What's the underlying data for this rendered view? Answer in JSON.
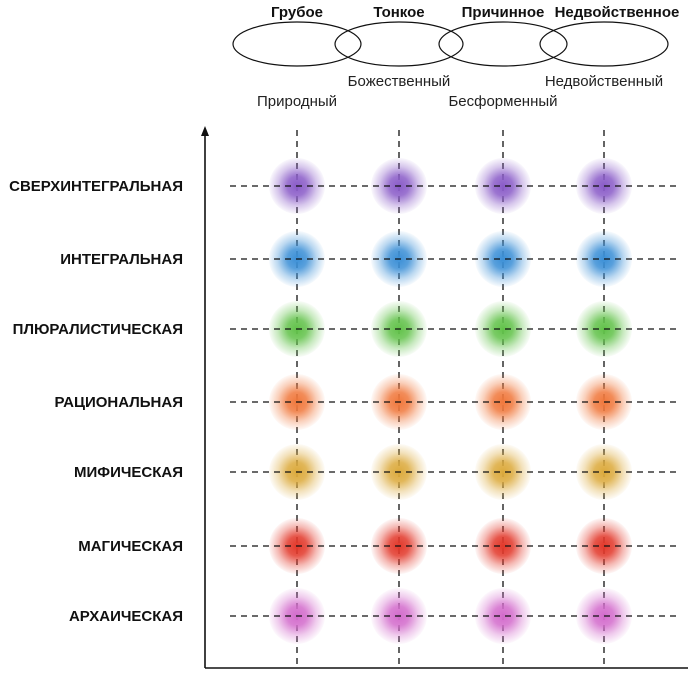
{
  "states": [
    "Грубое",
    "Тонкое",
    "Причинное",
    "Недвойственное"
  ],
  "realms_upper": [
    "Божественный",
    "Недвойственный"
  ],
  "realms_lower": [
    "Природный",
    "Бесформенный"
  ],
  "levels": [
    {
      "label": "СВЕРХИНТЕГРАЛЬНАЯ",
      "color": "#8a5cc8"
    },
    {
      "label": "ИНТЕГРАЛЬНАЯ",
      "color": "#3b8fd6"
    },
    {
      "label": "ПЛЮРАЛИСТИЧЕСКАЯ",
      "color": "#62c24a"
    },
    {
      "label": "РАЦИОНАЛЬНАЯ",
      "color": "#f0783c"
    },
    {
      "label": "МИФИЧЕСКАЯ",
      "color": "#dcaa3c"
    },
    {
      "label": "МАГИЧЕСКАЯ",
      "color": "#e2382a"
    },
    {
      "label": "АРХАИЧЕСКАЯ",
      "color": "#d36ccc"
    }
  ]
}
